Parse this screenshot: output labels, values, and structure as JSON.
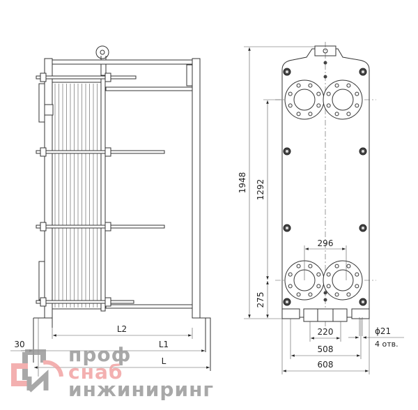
{
  "drawing": {
    "side_view": {
      "dimensions": {
        "l2": "L2",
        "l1": "L1",
        "l": "L",
        "offset": "30"
      }
    },
    "front_view": {
      "dimensions": {
        "total_height": "1948",
        "port_spacing_vertical": "1292",
        "port_height": "275",
        "port_spacing_horizontal": "296",
        "foot_inner": "220",
        "foot_holes": "508",
        "width": "608",
        "hole_diameter": "ϕ21",
        "hole_count": "4 отв."
      }
    }
  },
  "watermark": {
    "line1": "проф",
    "line2": "снаб",
    "line3": "инжиниринг",
    "colors": {
      "grey": "#9a9a9a",
      "red": "#f2a3a3"
    }
  }
}
